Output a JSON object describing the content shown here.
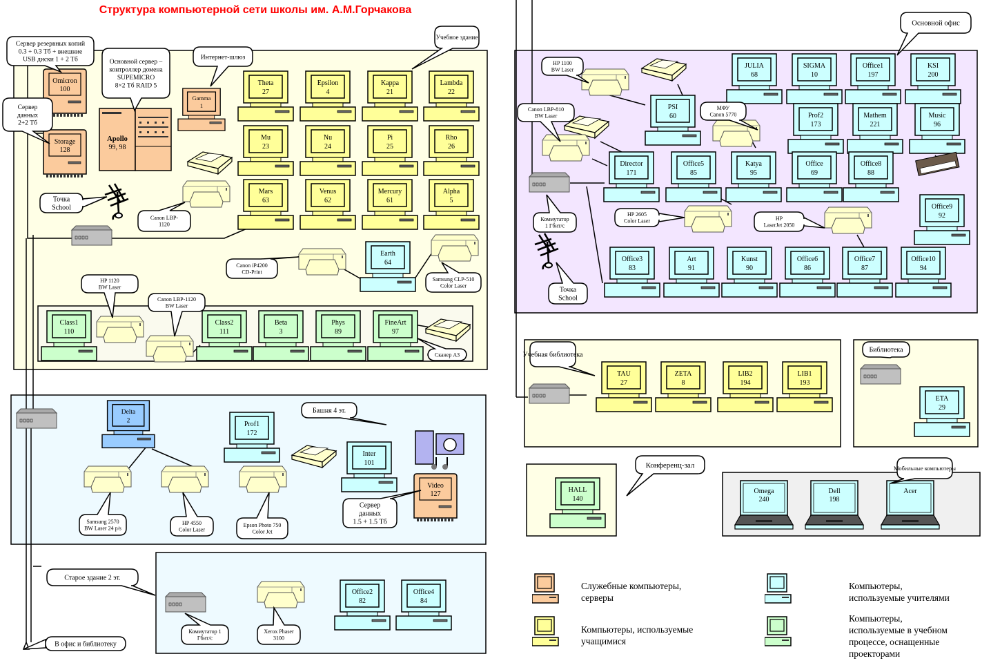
{
  "title": "Структура компьютерной сети школы им. А.М.Горчакова",
  "colors": {
    "server": "#fbcb9d",
    "student": "#ffff99",
    "teacher": "#ccffff",
    "projector": "#ccffcc",
    "delta": "#99ccff",
    "printer": "#ffffcc",
    "switch": "#c0c0c0",
    "zone_main": "#ffffe6",
    "zone_office": "#f3e6ff",
    "zone_tower": "#eefaff",
    "zone_mobile": "#f0f0f0",
    "title": "#ff0000"
  },
  "zones": {
    "main_building": "Учебное здание",
    "tower": "Башня 4 эт.",
    "old_building": "Старое здание 2 эт.",
    "to_office": "В офис и библиотеку",
    "main_office": "Основной офис",
    "study_library": "Учебная библиотека",
    "library": "Библиотека",
    "conference": "Конференц-зал",
    "mobile": "Мобильные компьютеры"
  },
  "callouts": {
    "backup_server": "Сервер резервных копий|0.3 + 0.3 Тб + внешние|USB диски 1 + 2 Тб",
    "main_server": "Основной сервер –|контроллер домена|SUPEMICRO|8×2 Тб RAID 5",
    "gateway": "Интернет-шлюз",
    "data_server": "Сервер|данных|2+2 Тб",
    "wifi_main": "Точка|School",
    "canon_lbp1120_a": "Canon LBP-|1120",
    "canon_ip4200": "Canon iP4200|CD-Print",
    "samsung_clp510": "Samsung CLP-510|Color Laser",
    "hp1120": "HP 1120|BW Laser",
    "canon_lbp1120_b": "Canon LBP-1120|BW Laser",
    "scanner_a3": "Сканер А3",
    "samsung2570": "Samsung 2570|BW Laser 24 p/s",
    "hp4550": "HP 4550|Color Laser",
    "epson750": "Epson Photo 750|Color Jet",
    "video_server": "Сервер|данных|1.5 + 1.5 Тб",
    "switch_old": "Коммутатор 1|Гбит/с",
    "xerox3100": "Xerox Phaser|3100",
    "hp1100": "HP 1100|BW Laser",
    "canon_lbp810": "Canon LBP-810|BW Laser",
    "mfu5770": "МФУ|Canon 5770",
    "switch_office": "Коммутатор|1 Гбит/с",
    "hp2605": "HP 2605|Color Laser",
    "hp2050": "HP|LaserJet 2050",
    "wifi_office": "Точка|School"
  },
  "computers": {
    "omicron": {
      "name": "Omicron",
      "num": "100",
      "type": "server"
    },
    "storage": {
      "name": "Storage",
      "num": "128",
      "type": "server"
    },
    "apollo": {
      "name": "Apollo",
      "num": "99, 98",
      "type": "server"
    },
    "gamma": {
      "name": "Gamma",
      "num": "1",
      "type": "server"
    },
    "theta": {
      "name": "Theta",
      "num": "27",
      "type": "student"
    },
    "epsilon": {
      "name": "Epsilon",
      "num": "4",
      "type": "student"
    },
    "kappa": {
      "name": "Kappa",
      "num": "21",
      "type": "student"
    },
    "lambda": {
      "name": "Lambda",
      "num": "22",
      "type": "student"
    },
    "mu": {
      "name": "Mu",
      "num": "23",
      "type": "student"
    },
    "nu": {
      "name": "Nu",
      "num": "24",
      "type": "student"
    },
    "pi": {
      "name": "Pi",
      "num": "25",
      "type": "student"
    },
    "rho": {
      "name": "Rho",
      "num": "26",
      "type": "student"
    },
    "mars": {
      "name": "Mars",
      "num": "63",
      "type": "student"
    },
    "venus": {
      "name": "Venus",
      "num": "62",
      "type": "student"
    },
    "mercury": {
      "name": "Mercury",
      "num": "61",
      "type": "student"
    },
    "alpha": {
      "name": "Alpha",
      "num": "5",
      "type": "student"
    },
    "earth": {
      "name": "Earth",
      "num": "64",
      "type": "teacher"
    },
    "class1": {
      "name": "Class1",
      "num": "110",
      "type": "projector"
    },
    "class2": {
      "name": "Class2",
      "num": "111",
      "type": "projector"
    },
    "beta": {
      "name": "Beta",
      "num": "3",
      "type": "projector"
    },
    "phys": {
      "name": "Phys",
      "num": "89",
      "type": "projector"
    },
    "fineart": {
      "name": "FineArt",
      "num": "97",
      "type": "projector"
    },
    "delta": {
      "name": "Delta",
      "num": "2",
      "type": "delta"
    },
    "prof1": {
      "name": "Prof1",
      "num": "172",
      "type": "teacher"
    },
    "inter": {
      "name": "Inter",
      "num": "101",
      "type": "teacher"
    },
    "video": {
      "name": "Video",
      "num": "127",
      "type": "server"
    },
    "office2": {
      "name": "Office2",
      "num": "82",
      "type": "teacher"
    },
    "office4": {
      "name": "Office4",
      "num": "84",
      "type": "teacher"
    },
    "julia": {
      "name": "JULIA",
      "num": "68",
      "type": "teacher"
    },
    "sigma": {
      "name": "SIGMA",
      "num": "10",
      "type": "teacher"
    },
    "office1": {
      "name": "Office1",
      "num": "197",
      "type": "teacher"
    },
    "ksi": {
      "name": "KSI",
      "num": "200",
      "type": "teacher"
    },
    "psi": {
      "name": "PSI",
      "num": "60",
      "type": "teacher"
    },
    "prof2": {
      "name": "Prof2",
      "num": "173",
      "type": "teacher"
    },
    "mathem": {
      "name": "Mathem",
      "num": "221",
      "type": "teacher"
    },
    "music": {
      "name": "Music",
      "num": "96",
      "type": "teacher"
    },
    "director": {
      "name": "Director",
      "num": "171",
      "type": "teacher"
    },
    "office5": {
      "name": "Office5",
      "num": "85",
      "type": "teacher"
    },
    "katya": {
      "name": "Katya",
      "num": "95",
      "type": "teacher"
    },
    "office": {
      "name": "Office",
      "num": "69",
      "type": "teacher"
    },
    "office8": {
      "name": "Office8",
      "num": "88",
      "type": "teacher"
    },
    "office9": {
      "name": "Office9",
      "num": "92",
      "type": "teacher"
    },
    "office3": {
      "name": "Office3",
      "num": "83",
      "type": "teacher"
    },
    "art": {
      "name": "Art",
      "num": "91",
      "type": "teacher"
    },
    "kunst": {
      "name": "Kunst",
      "num": "90",
      "type": "teacher"
    },
    "office6": {
      "name": "Office6",
      "num": "86",
      "type": "teacher"
    },
    "office7": {
      "name": "Office7",
      "num": "87",
      "type": "teacher"
    },
    "office10": {
      "name": "Office10",
      "num": "94",
      "type": "teacher"
    },
    "tau": {
      "name": "TAU",
      "num": "27",
      "type": "student"
    },
    "zeta": {
      "name": "ZETA",
      "num": "8",
      "type": "student"
    },
    "lib2": {
      "name": "LIB2",
      "num": "194",
      "type": "student"
    },
    "lib1": {
      "name": "LIB1",
      "num": "193",
      "type": "student"
    },
    "eta": {
      "name": "ETA",
      "num": "29",
      "type": "teacher"
    },
    "hall": {
      "name": "HALL",
      "num": "140",
      "type": "projector"
    },
    "omega": {
      "name": "Omega",
      "num": "240",
      "type": "laptop"
    },
    "dell": {
      "name": "Dell",
      "num": "198",
      "type": "laptop"
    },
    "acer": {
      "name": "Acer",
      "num": "",
      "type": "laptop"
    }
  },
  "legend": [
    {
      "type": "server",
      "text": "Служебные компьютеры,|серверы"
    },
    {
      "type": "student",
      "text": "Компьютеры, используемые|учащимися"
    },
    {
      "type": "teacher",
      "text": "Компьютеры,|используемые учителями"
    },
    {
      "type": "projector",
      "text": "Компьютеры,|используемые в учебном|процессе, оснащенные|проекторами"
    }
  ]
}
